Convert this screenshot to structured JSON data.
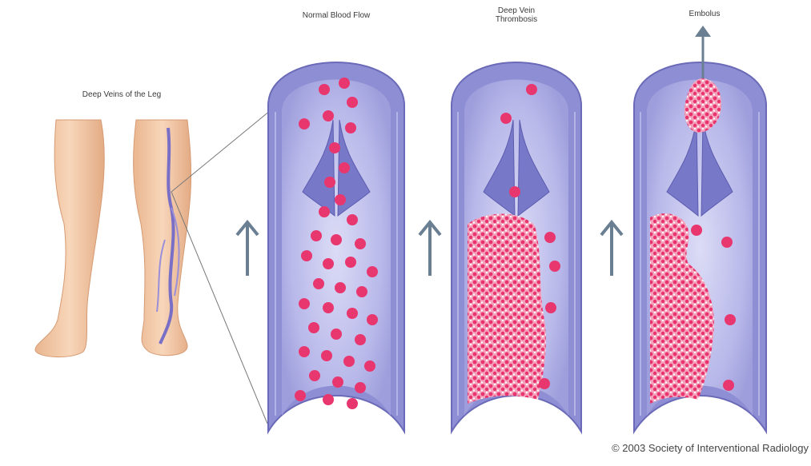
{
  "labels": {
    "legs": "Deep Veins of the Leg",
    "panel1": "Normal Blood Flow",
    "panel2_line1": "Deep Vein",
    "panel2_line2": "Thrombosis",
    "panel3": "Embolus",
    "copyright": "© 2003 Society of Interventional Radiology"
  },
  "colors": {
    "vein_wall": "#8c8cd2",
    "vein_wall_dark": "#6a6ab8",
    "vein_lumen": "#c8c8ef",
    "blood_cell": "#e8366e",
    "clot": "#f05a86",
    "arrow": "#6b7f93",
    "skin": "#f3c9a6"
  },
  "icons": [
    "flow-direction-arrow-icon",
    "embolus-arrow-icon"
  ]
}
